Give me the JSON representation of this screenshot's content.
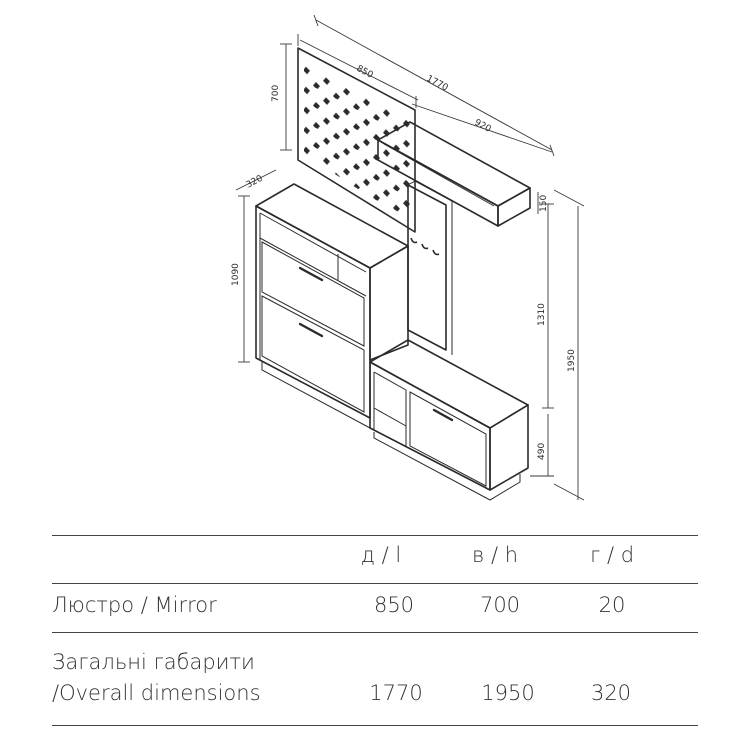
{
  "drawing": {
    "dimensions": {
      "mirror_width": "850",
      "total_width": "1770",
      "shelf_width": "920",
      "mirror_height": "700",
      "depth": "320",
      "cabinet_height": "1090",
      "shelf_height": "150",
      "panel_height": "1310",
      "total_height": "1950",
      "bench_height": "490"
    }
  },
  "table": {
    "headers": [
      "д / l",
      "в / h",
      "г / d"
    ],
    "rows": [
      {
        "label_lines": [
          "Люстро / Mirror"
        ],
        "values": [
          "850",
          "700",
          "20"
        ]
      },
      {
        "label_lines": [
          "Загальні габарити",
          "/Overall dimensions"
        ],
        "values": [
          "1770",
          "1950",
          "320"
        ]
      }
    ]
  }
}
